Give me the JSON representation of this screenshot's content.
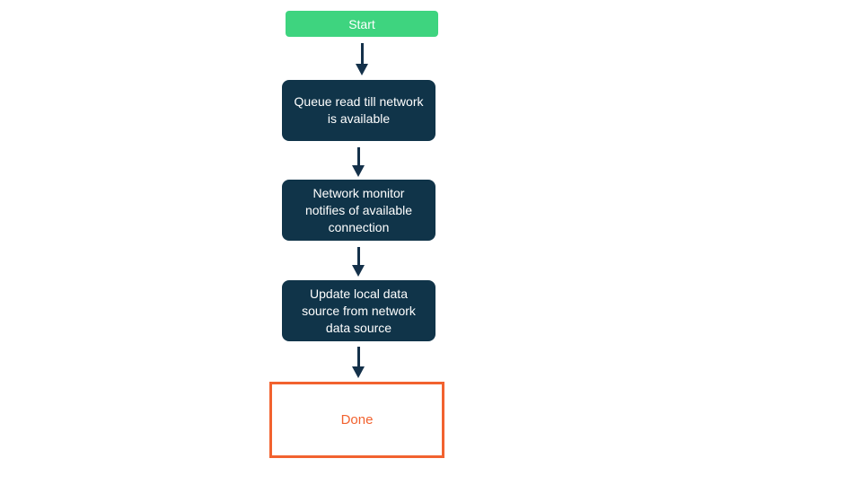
{
  "diagram": {
    "type": "flowchart",
    "direction": "top-down",
    "colors": {
      "start_fill": "#3ed47f",
      "start_text": "#ffffff",
      "process_fill": "#103449",
      "process_text": "#ffffff",
      "terminal_border": "#f2622f",
      "terminal_text": "#f2622f",
      "terminal_fill": "#ffffff",
      "arrow": "#14314a",
      "background": "#ffffff"
    },
    "nodes": [
      {
        "id": "start",
        "kind": "start",
        "label": "Start"
      },
      {
        "id": "queue-read",
        "kind": "process",
        "label": "Queue read till network is available"
      },
      {
        "id": "network-monitor",
        "kind": "process",
        "label": "Network monitor notifies of available connection"
      },
      {
        "id": "update-local",
        "kind": "process",
        "label": "Update local data source from network data source"
      },
      {
        "id": "done",
        "kind": "terminal",
        "label": "Done"
      }
    ],
    "edges": [
      {
        "from": "start",
        "to": "queue-read"
      },
      {
        "from": "queue-read",
        "to": "network-monitor"
      },
      {
        "from": "network-monitor",
        "to": "update-local"
      },
      {
        "from": "update-local",
        "to": "done"
      }
    ]
  }
}
